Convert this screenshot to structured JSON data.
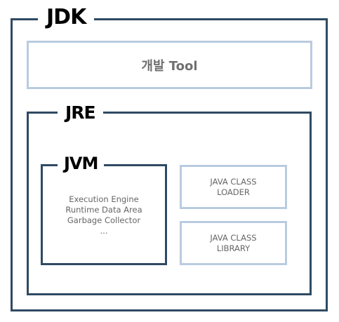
{
  "jdk": {
    "title": "JDK",
    "dev_tool": "개발 Tool"
  },
  "jre": {
    "title": "JRE"
  },
  "jvm": {
    "title": "JVM",
    "items": [
      "Execution Engine",
      "Runtime Data Area",
      "Garbage Collector",
      "..."
    ]
  },
  "java_class_loader": {
    "line1": "JAVA CLASS",
    "line2": "LOADER"
  },
  "java_class_library": {
    "line1": "JAVA CLASS",
    "line2": "LIBRARY"
  },
  "colors": {
    "dark_border": "#2f4a63",
    "light_border": "#b9cbe0",
    "text_gray": "#666666"
  }
}
